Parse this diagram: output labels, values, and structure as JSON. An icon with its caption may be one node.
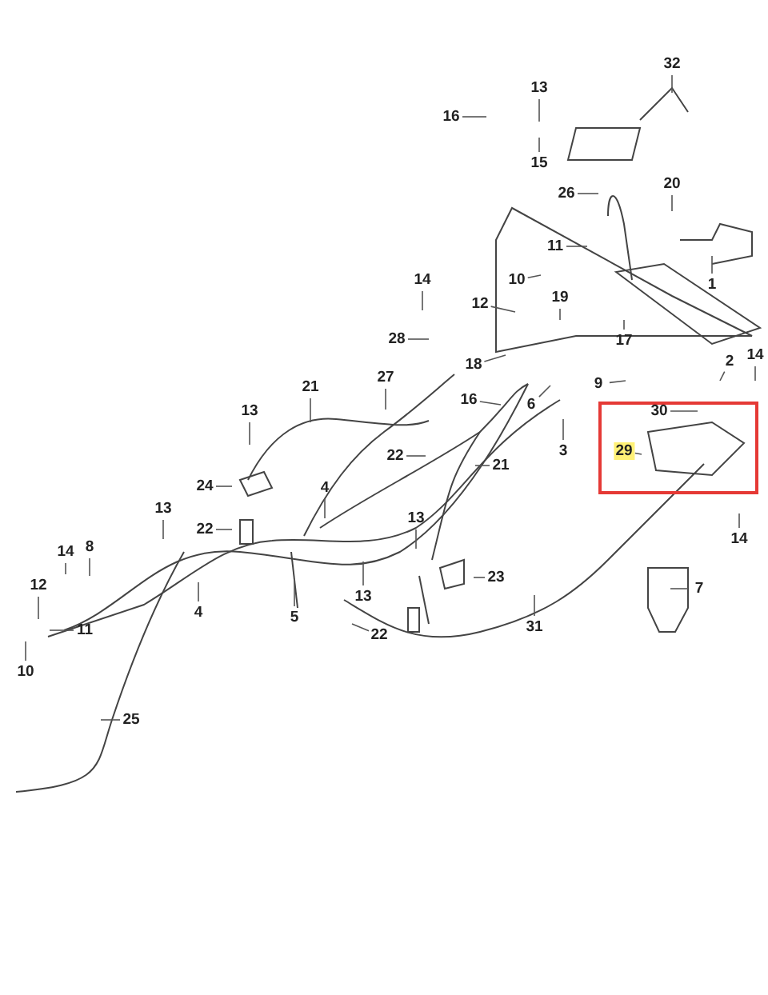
{
  "diagram": {
    "nodes": [
      {
        "text": [
          "32"
        ]
      },
      {
        "text": [
          "13"
        ]
      },
      {
        "text": [
          "16"
        ]
      },
      {
        "text": [
          "15"
        ]
      },
      {
        "text": [
          "26"
        ]
      },
      {
        "text": [
          "20"
        ]
      },
      {
        "text": [
          "11"
        ]
      },
      {
        "text": [
          "1"
        ]
      },
      {
        "text": [
          "10"
        ]
      },
      {
        "text": [
          "12"
        ]
      },
      {
        "text": [
          "19"
        ]
      },
      {
        "text": [
          "14"
        ]
      },
      {
        "text": [
          "28"
        ]
      },
      {
        "text": [
          "17"
        ]
      },
      {
        "text": [
          "18"
        ]
      },
      {
        "text": [
          "27"
        ]
      },
      {
        "text": [
          "16"
        ]
      },
      {
        "text": [
          "6"
        ]
      },
      {
        "text": [
          "2"
        ]
      },
      {
        "text": [
          "14"
        ]
      },
      {
        "text": [
          "9"
        ]
      },
      {
        "text": [
          "30"
        ]
      },
      {
        "text": [
          "29"
        ]
      },
      {
        "text": [
          "3"
        ]
      },
      {
        "text": [
          "22"
        ]
      },
      {
        "text": [
          "21"
        ]
      },
      {
        "text": [
          "21"
        ]
      },
      {
        "text": [
          "13"
        ]
      },
      {
        "text": [
          "24"
        ]
      },
      {
        "text": [
          "22"
        ]
      },
      {
        "text": [
          "4"
        ]
      },
      {
        "text": [
          "13"
        ]
      },
      {
        "text": [
          "23"
        ]
      },
      {
        "text": [
          "13"
        ]
      },
      {
        "text": [
          "8"
        ]
      },
      {
        "text": [
          "14"
        ]
      },
      {
        "text": [
          "12"
        ]
      },
      {
        "text": [
          "11"
        ]
      },
      {
        "text": [
          "10"
        ]
      },
      {
        "text": [
          "4"
        ]
      },
      {
        "text": [
          "5"
        ]
      },
      {
        "text": [
          "13"
        ]
      },
      {
        "text": [
          "22"
        ]
      },
      {
        "text": [
          "7"
        ]
      },
      {
        "text": [
          "31"
        ]
      },
      {
        "text": [
          "25"
        ]
      },
      {
        "text": [
          "14"
        ]
      }
    ],
    "edges": [
      {
        "from": 0,
        "to": null,
        "arrow": "none"
      },
      {
        "from": 1,
        "to": null,
        "arrow": "none"
      },
      {
        "from": 2,
        "to": null,
        "arrow": "none"
      },
      {
        "from": 3,
        "to": null,
        "arrow": "none"
      },
      {
        "from": 4,
        "to": null,
        "arrow": "none"
      },
      {
        "from": 5,
        "to": null,
        "arrow": "none"
      },
      {
        "from": 6,
        "to": null,
        "arrow": "none"
      },
      {
        "from": 7,
        "to": null,
        "arrow": "none"
      },
      {
        "from": 8,
        "to": null,
        "arrow": "none"
      },
      {
        "from": 9,
        "to": null,
        "arrow": "none"
      },
      {
        "from": 10,
        "to": null,
        "arrow": "none"
      },
      {
        "from": 11,
        "to": null,
        "arrow": "none"
      },
      {
        "from": 12,
        "to": null,
        "arrow": "none"
      },
      {
        "from": 13,
        "to": null,
        "arrow": "none"
      },
      {
        "from": 14,
        "to": null,
        "arrow": "none"
      },
      {
        "from": 15,
        "to": null,
        "arrow": "none"
      },
      {
        "from": 16,
        "to": null,
        "arrow": "none"
      },
      {
        "from": 17,
        "to": null,
        "arrow": "none"
      },
      {
        "from": 18,
        "to": null,
        "arrow": "none"
      },
      {
        "from": 19,
        "to": null,
        "arrow": "none"
      },
      {
        "from": 20,
        "to": null,
        "arrow": "none"
      },
      {
        "from": 21,
        "to": null,
        "arrow": "none"
      },
      {
        "from": 22,
        "to": null,
        "arrow": "none"
      },
      {
        "from": 23,
        "to": null,
        "arrow": "none"
      },
      {
        "from": 24,
        "to": null,
        "arrow": "none"
      },
      {
        "from": 25,
        "to": null,
        "arrow": "none"
      },
      {
        "from": 26,
        "to": null,
        "arrow": "none"
      },
      {
        "from": 27,
        "to": null,
        "arrow": "none"
      },
      {
        "from": 28,
        "to": null,
        "arrow": "none"
      },
      {
        "from": 29,
        "to": null,
        "arrow": "none"
      },
      {
        "from": 30,
        "to": null,
        "arrow": "none"
      },
      {
        "from": 31,
        "to": null,
        "arrow": "none"
      },
      {
        "from": 32,
        "to": null,
        "arrow": "none"
      },
      {
        "from": 33,
        "to": null,
        "arrow": "none"
      },
      {
        "from": 34,
        "to": null,
        "arrow": "none"
      },
      {
        "from": 35,
        "to": null,
        "arrow": "none"
      },
      {
        "from": 36,
        "to": null,
        "arrow": "none"
      },
      {
        "from": 37,
        "to": null,
        "arrow": "none"
      },
      {
        "from": 38,
        "to": null,
        "arrow": "none"
      },
      {
        "from": 39,
        "to": null,
        "arrow": "none"
      },
      {
        "from": 40,
        "to": null,
        "arrow": "none"
      },
      {
        "from": 41,
        "to": null,
        "arrow": "none"
      },
      {
        "from": 42,
        "to": null,
        "arrow": "none"
      },
      {
        "from": 43,
        "to": null,
        "arrow": "none"
      },
      {
        "from": 44,
        "to": null,
        "arrow": "none"
      },
      {
        "from": 45,
        "to": null,
        "arrow": "none"
      },
      {
        "from": 46,
        "to": null,
        "arrow": "none"
      }
    ]
  }
}
